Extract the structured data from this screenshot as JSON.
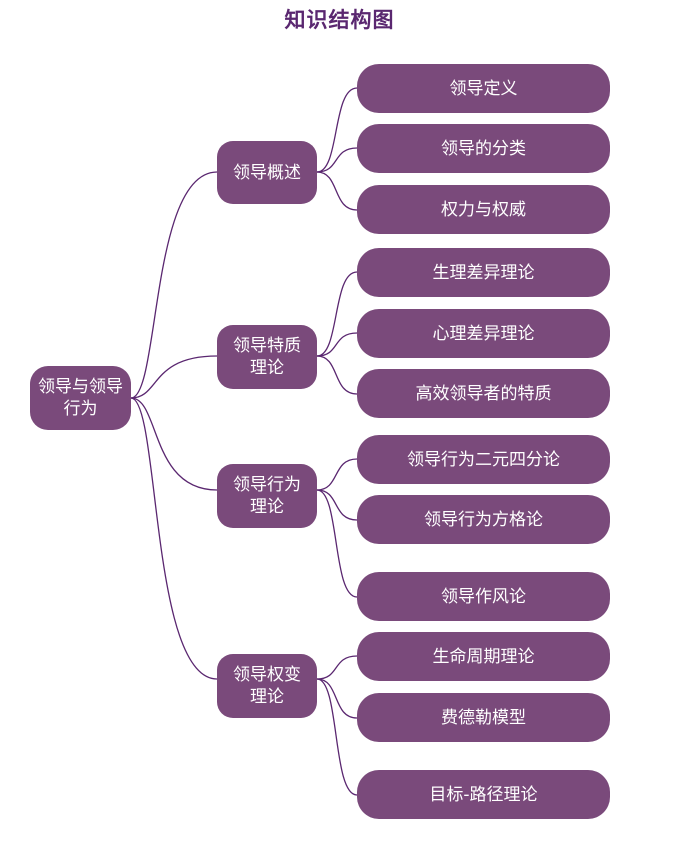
{
  "title": "知识结构图",
  "colors": {
    "node_fill": "#7a4a7b",
    "node_text": "#ffffff",
    "line": "#5a2770",
    "title": "#5a2770"
  },
  "root": {
    "label": "领导与领导\n行为"
  },
  "branches": [
    {
      "label": "领导概述",
      "children": [
        "领导定义",
        "领导的分类",
        "权力与权威"
      ]
    },
    {
      "label": "领导特质\n理论",
      "children": [
        "生理差异理论",
        "心理差异理论",
        "高效领导者的特质"
      ]
    },
    {
      "label": "领导行为\n理论",
      "children": [
        "领导行为二元四分论",
        "领导行为方格论",
        "领导作风论"
      ]
    },
    {
      "label": "领导权变\n理论",
      "children": [
        "生命周期理论",
        "费德勒模型",
        "目标-路径理论"
      ]
    }
  ]
}
